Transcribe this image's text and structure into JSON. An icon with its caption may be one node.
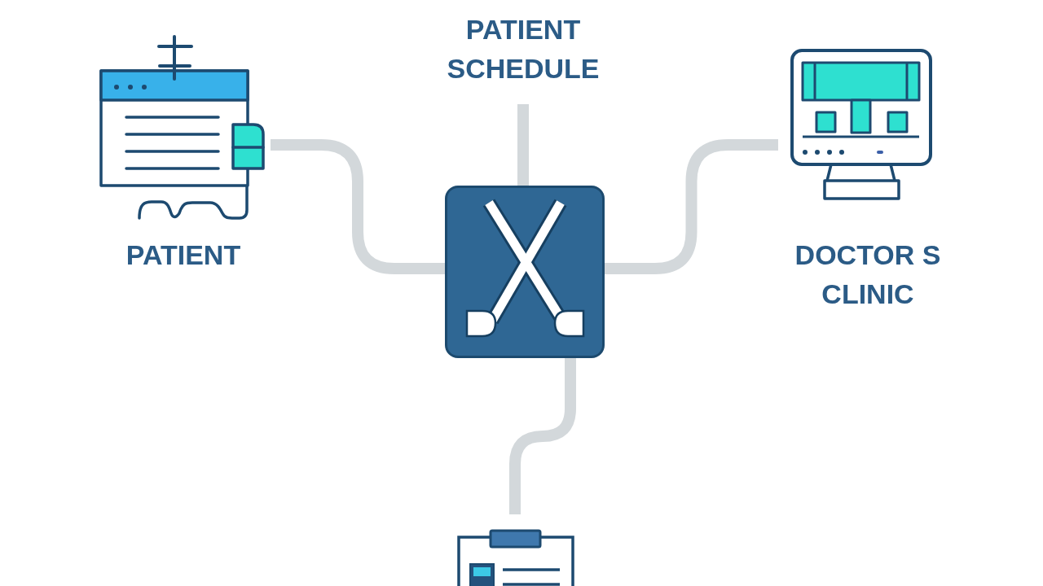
{
  "diagram": {
    "nodes": [
      {
        "text": [
          "PATIENT SCHEDULE"
        ]
      },
      {
        "text": [
          "PATIENT"
        ]
      },
      {
        "text": [],
        "shape": "picture"
      },
      {
        "text": [
          "DOCTOR S CLINIC"
        ]
      },
      {
        "text": [],
        "shape": "picture"
      }
    ],
    "edges": [
      {
        "from": 2,
        "to": 0,
        "arrow": "none"
      },
      {
        "from": 2,
        "to": 1,
        "arrow": "none"
      },
      {
        "from": 2,
        "to": 3,
        "arrow": "none"
      },
      {
        "from": 2,
        "to": 4,
        "arrow": "none"
      }
    ]
  }
}
